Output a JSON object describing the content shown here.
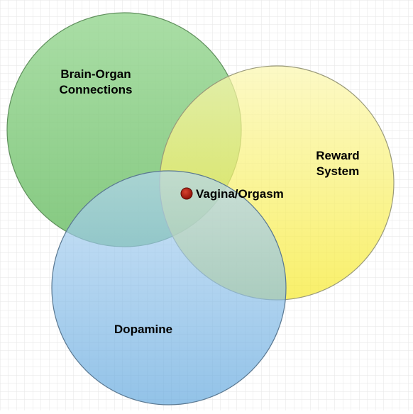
{
  "diagram": {
    "type": "venn",
    "circles": [
      {
        "id": "green",
        "label_lines": [
          "Brain-Organ",
          "Connections"
        ],
        "color": "#8fd18a",
        "stroke": "#4f8f4b"
      },
      {
        "id": "yellow",
        "label_lines": [
          "Reward",
          "System"
        ],
        "color": "#f6ee7a",
        "stroke": "#9a9a72"
      },
      {
        "id": "blue",
        "label_lines": [
          "Dopamine"
        ],
        "color": "#7fb6e6",
        "stroke": "#4b6f8f"
      }
    ],
    "center": {
      "label": "Vagina/Orgasm",
      "dot_color": "#b0160c"
    }
  }
}
